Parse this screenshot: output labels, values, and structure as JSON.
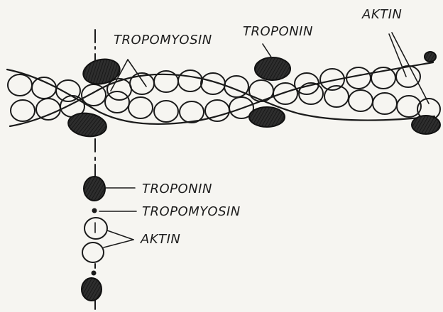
{
  "diagram": {
    "filament_labels": {
      "tropomyosin": "TROPOMYOSIN",
      "troponin": "TROPONIN",
      "actin": "AKTIN"
    },
    "cross_section_labels": {
      "troponin": "TROPONIN",
      "tropomyosin": "TROPOMYOSIN",
      "actin": "AKTIN"
    },
    "colors": {
      "ink": "#1b1b1b",
      "troponin_fill": "#2b2b2b",
      "actin_light_fill": "#ffffff",
      "actin_hatched_fill": "#cfcfcf",
      "paper": "#f6f5f1"
    }
  }
}
